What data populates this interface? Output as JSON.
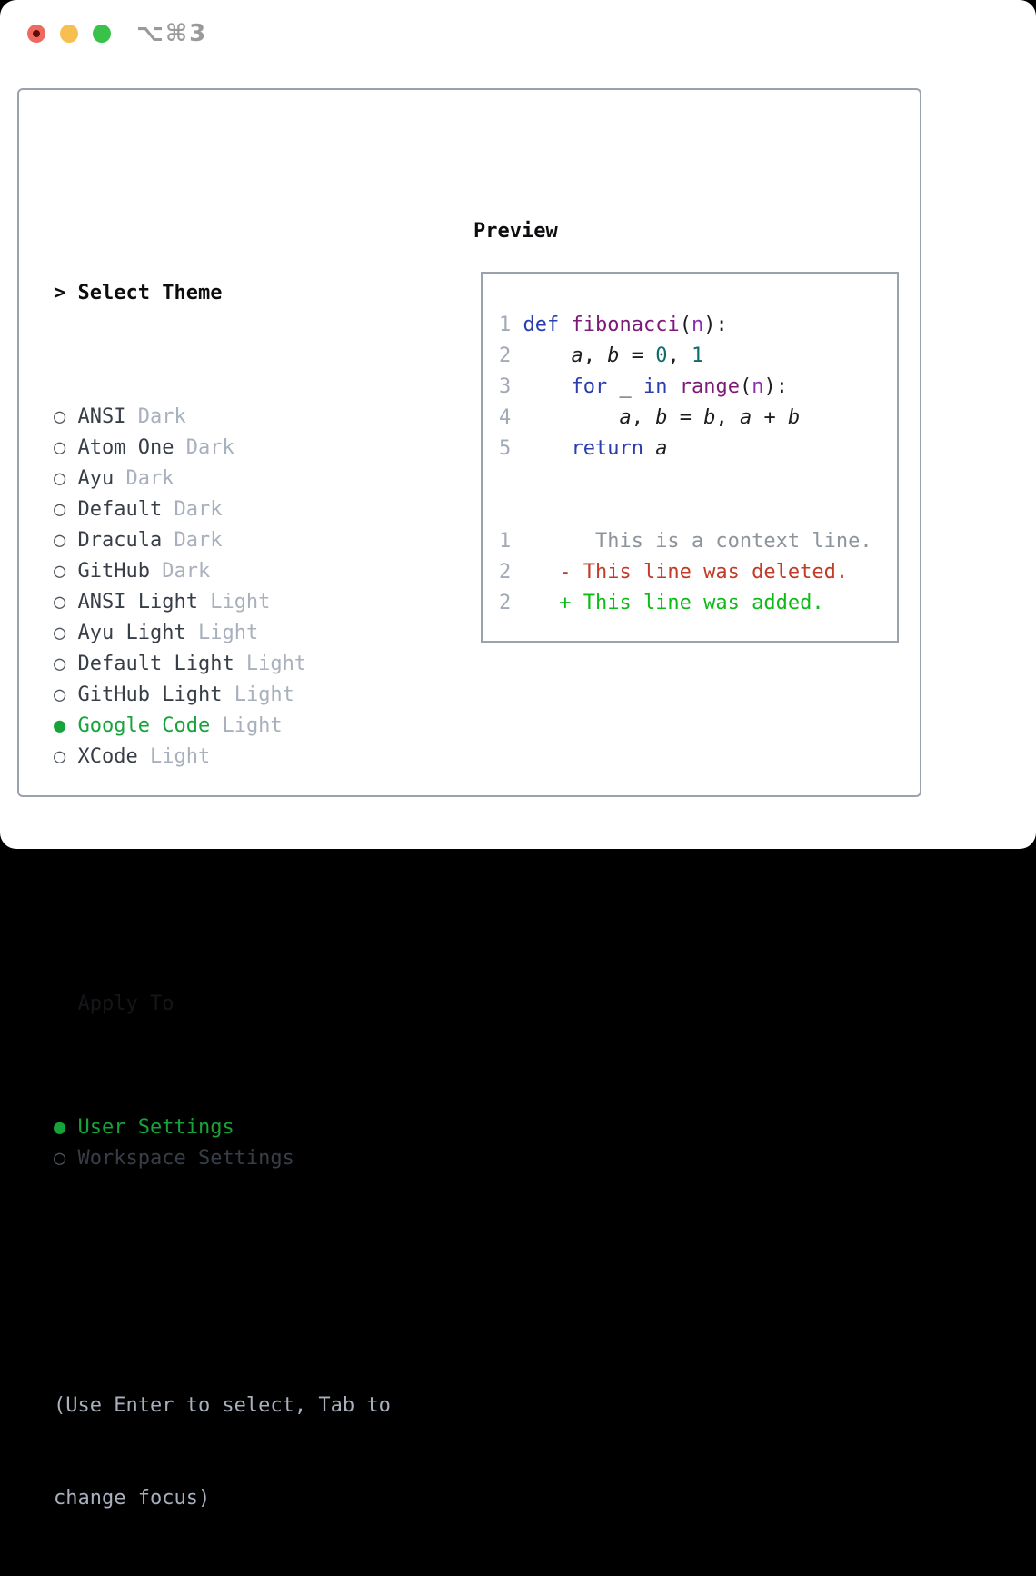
{
  "window": {
    "title_shortcut": "⌥⌘3"
  },
  "colors": {
    "accent_selected_green": "#16a33a",
    "panel_border": "#9aa2ae",
    "muted_tag_gray": "#a8b0bd",
    "item_text": "#383e48",
    "traffic_red": "#f0695e",
    "traffic_yellow": "#f6bf50",
    "traffic_green": "#38c24a"
  },
  "icons": {
    "selected": "●",
    "unselected": "○",
    "header_prefix": ">"
  },
  "theme_panel": {
    "header": "Select Theme",
    "themes": [
      {
        "name": "ANSI",
        "tag": "Dark",
        "selected": false
      },
      {
        "name": "Atom One",
        "tag": "Dark",
        "selected": false
      },
      {
        "name": "Ayu",
        "tag": "Dark",
        "selected": false
      },
      {
        "name": "Default",
        "tag": "Dark",
        "selected": false
      },
      {
        "name": "Dracula",
        "tag": "Dark",
        "selected": false
      },
      {
        "name": "GitHub",
        "tag": "Dark",
        "selected": false
      },
      {
        "name": "ANSI Light",
        "tag": "Light",
        "selected": false
      },
      {
        "name": "Ayu Light",
        "tag": "Light",
        "selected": false
      },
      {
        "name": "Default Light",
        "tag": "Light",
        "selected": false
      },
      {
        "name": "GitHub Light",
        "tag": "Light",
        "selected": false
      },
      {
        "name": "Google Code",
        "tag": "Light",
        "selected": true
      },
      {
        "name": "XCode",
        "tag": "Light",
        "selected": false
      }
    ],
    "apply_to": {
      "header": "Apply To",
      "options": [
        {
          "name": "User Settings",
          "selected": true
        },
        {
          "name": "Workspace Settings",
          "selected": false
        }
      ]
    },
    "help_lines": [
      "(Use Enter to select, Tab to",
      "change focus)"
    ]
  },
  "preview": {
    "header": "Preview",
    "colors": {
      "kwd": "#2a3dae",
      "typ": "#7c1a78",
      "param": "#8a2fb0",
      "pln": "#1d1d1f",
      "var": "#1d1d1f",
      "lit": "#0d6b6a",
      "ctx": "#8d949c",
      "del": "#c23a28",
      "add": "#0dbb16"
    },
    "lines": [
      {
        "num": "1",
        "segments": [
          {
            "t": " ",
            "c": "pln"
          },
          {
            "t": "def",
            "c": "kwd"
          },
          {
            "t": " ",
            "c": "pln"
          },
          {
            "t": "fibonacci",
            "c": "typ"
          },
          {
            "t": "(",
            "c": "pln"
          },
          {
            "t": "n",
            "c": "param"
          },
          {
            "t": "):",
            "c": "pln"
          }
        ]
      },
      {
        "num": "2",
        "segments": [
          {
            "t": "     ",
            "c": "pln"
          },
          {
            "t": "a",
            "c": "var",
            "i": true
          },
          {
            "t": ", ",
            "c": "pln"
          },
          {
            "t": "b",
            "c": "var",
            "i": true
          },
          {
            "t": " = ",
            "c": "pln"
          },
          {
            "t": "0",
            "c": "lit"
          },
          {
            "t": ", ",
            "c": "pln"
          },
          {
            "t": "1",
            "c": "lit"
          }
        ]
      },
      {
        "num": "3",
        "segments": [
          {
            "t": "     ",
            "c": "pln"
          },
          {
            "t": "for",
            "c": "kwd"
          },
          {
            "t": " _ ",
            "c": "pln"
          },
          {
            "t": "in",
            "c": "kwd"
          },
          {
            "t": " ",
            "c": "pln"
          },
          {
            "t": "range",
            "c": "typ"
          },
          {
            "t": "(",
            "c": "pln"
          },
          {
            "t": "n",
            "c": "param"
          },
          {
            "t": "):",
            "c": "pln"
          }
        ]
      },
      {
        "num": "4",
        "segments": [
          {
            "t": "         ",
            "c": "pln"
          },
          {
            "t": "a",
            "c": "var",
            "i": true
          },
          {
            "t": ", ",
            "c": "pln"
          },
          {
            "t": "b",
            "c": "var",
            "i": true
          },
          {
            "t": " = ",
            "c": "pln"
          },
          {
            "t": "b",
            "c": "var",
            "i": true
          },
          {
            "t": ", ",
            "c": "pln"
          },
          {
            "t": "a",
            "c": "var",
            "i": true
          },
          {
            "t": " + ",
            "c": "pln"
          },
          {
            "t": "b",
            "c": "var",
            "i": true
          }
        ]
      },
      {
        "num": "5",
        "segments": [
          {
            "t": "     ",
            "c": "pln"
          },
          {
            "t": "return",
            "c": "kwd"
          },
          {
            "t": " ",
            "c": "pln"
          },
          {
            "t": "a",
            "c": "var",
            "i": true
          }
        ]
      },
      {
        "num": "",
        "segments": []
      },
      {
        "num": "",
        "segments": []
      },
      {
        "num": "1",
        "segments": [
          {
            "t": "       This is a context line.",
            "c": "ctx"
          }
        ]
      },
      {
        "num": "2",
        "segments": [
          {
            "t": "    - This line was deleted.",
            "c": "del"
          }
        ]
      },
      {
        "num": "2",
        "segments": [
          {
            "t": "    + This line was added.",
            "c": "add"
          }
        ]
      }
    ]
  }
}
